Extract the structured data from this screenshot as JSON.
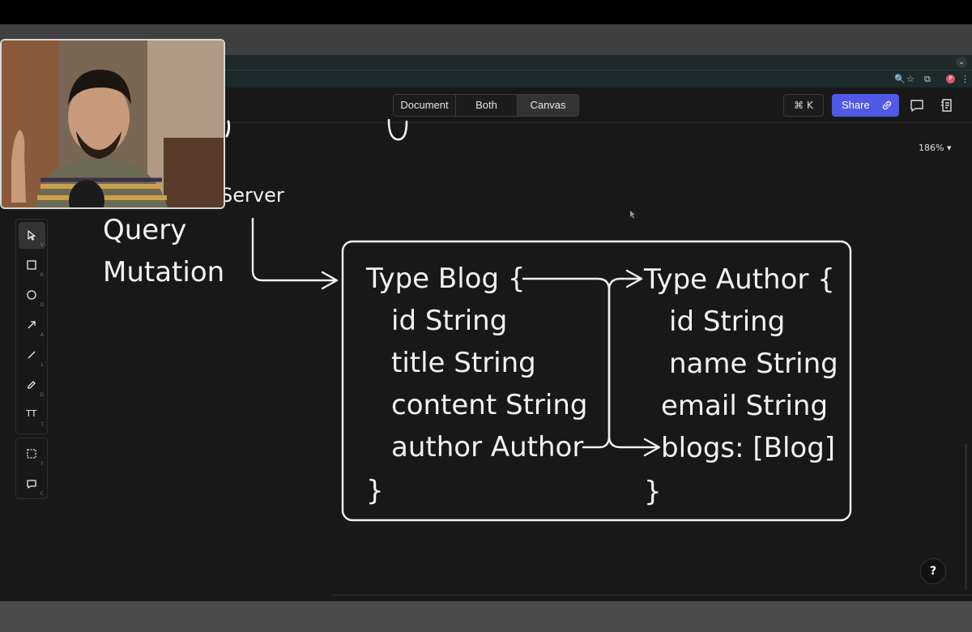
{
  "app": {
    "view_toggle": {
      "document": "Document",
      "both": "Both",
      "canvas": "Canvas"
    },
    "cmdk_label": "⌘ K",
    "share_label": "Share",
    "zoom_level": "186%",
    "help_label": "?"
  },
  "browser": {
    "profile_initial": "P"
  },
  "tools": [
    {
      "name": "select",
      "key": "V"
    },
    {
      "name": "rectangle",
      "key": "R"
    },
    {
      "name": "ellipse",
      "key": "O"
    },
    {
      "name": "arrow",
      "key": "A"
    },
    {
      "name": "line",
      "key": "L"
    },
    {
      "name": "draw",
      "key": "D"
    },
    {
      "name": "text",
      "key": "T",
      "glyph": "TT"
    },
    {
      "name": "frame",
      "key": "F"
    },
    {
      "name": "comment",
      "key": "C"
    }
  ],
  "canvas": {
    "server_label": "Server",
    "left_list": [
      "Query",
      "Mutation"
    ],
    "blog_type": {
      "header": "Type Blog {",
      "fields": [
        "id String",
        "title String",
        "content String",
        "author Author"
      ],
      "close": "}"
    },
    "author_type": {
      "header": "Type Author {",
      "fields": [
        "id String",
        "name String",
        "email String",
        "blogs: [Blog]"
      ],
      "close": "}"
    }
  },
  "colors": {
    "canvas_bg": "#181818",
    "share_accent": "#5059e6",
    "ink": "#f2f2f2"
  }
}
